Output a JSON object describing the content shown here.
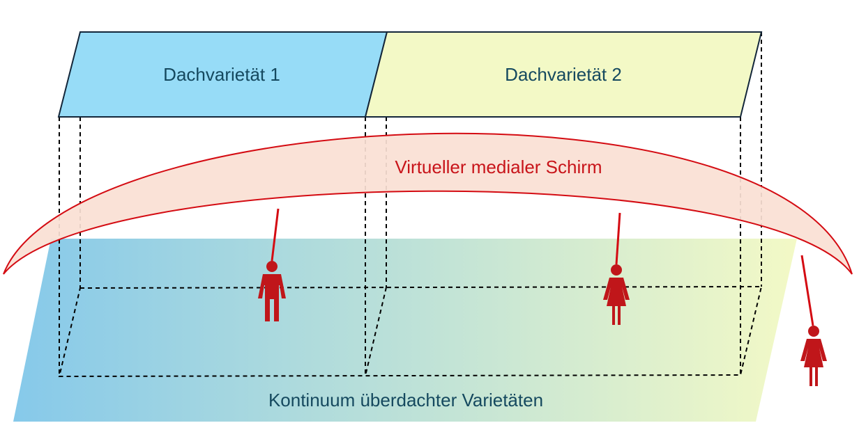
{
  "labels": {
    "dach1": "Dachvarietät 1",
    "dach2": "Dachvarietät 2",
    "schirm": "Virtueller medialer Schirm",
    "kontinuum": "Kontinuum überdachter Varietäten"
  },
  "colors": {
    "dach1_fill": "#97dcf7",
    "dach2_fill": "#f3f9c6",
    "schirm_fill": "#fae0d4",
    "accent_red": "#d40b12",
    "text_dark": "#15495f",
    "ground_left": "#86c9ea",
    "ground_right": "#f3f9c6"
  },
  "figures": [
    {
      "type": "male-person-icon"
    },
    {
      "type": "female-person-icon"
    },
    {
      "type": "female-person-icon"
    }
  ]
}
